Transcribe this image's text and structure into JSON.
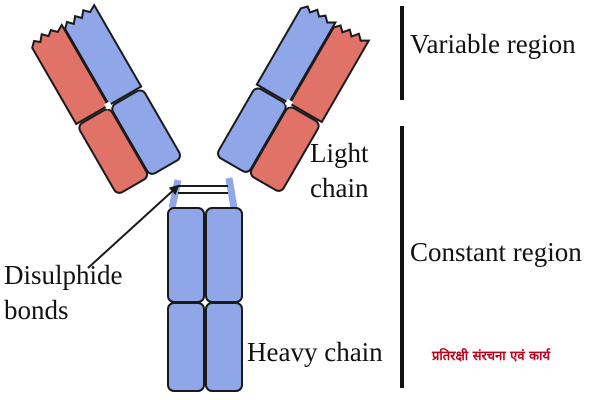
{
  "labels": {
    "variable_region": "Variable region",
    "light_chain_line1": "Light",
    "light_chain_line2": "chain",
    "constant_region": "Constant region",
    "disulphide_line1": "Disulphide",
    "disulphide_line2": "bonds",
    "heavy_chain": "Heavy chain",
    "caption": "प्रतिरक्षी संरचना एवं कार्य"
  },
  "colors": {
    "heavy_chain_fill": "#8fa6e8",
    "light_chain_fill": "#e07267",
    "outline": "#1a1a1a",
    "caption_text": "#c0001a"
  }
}
